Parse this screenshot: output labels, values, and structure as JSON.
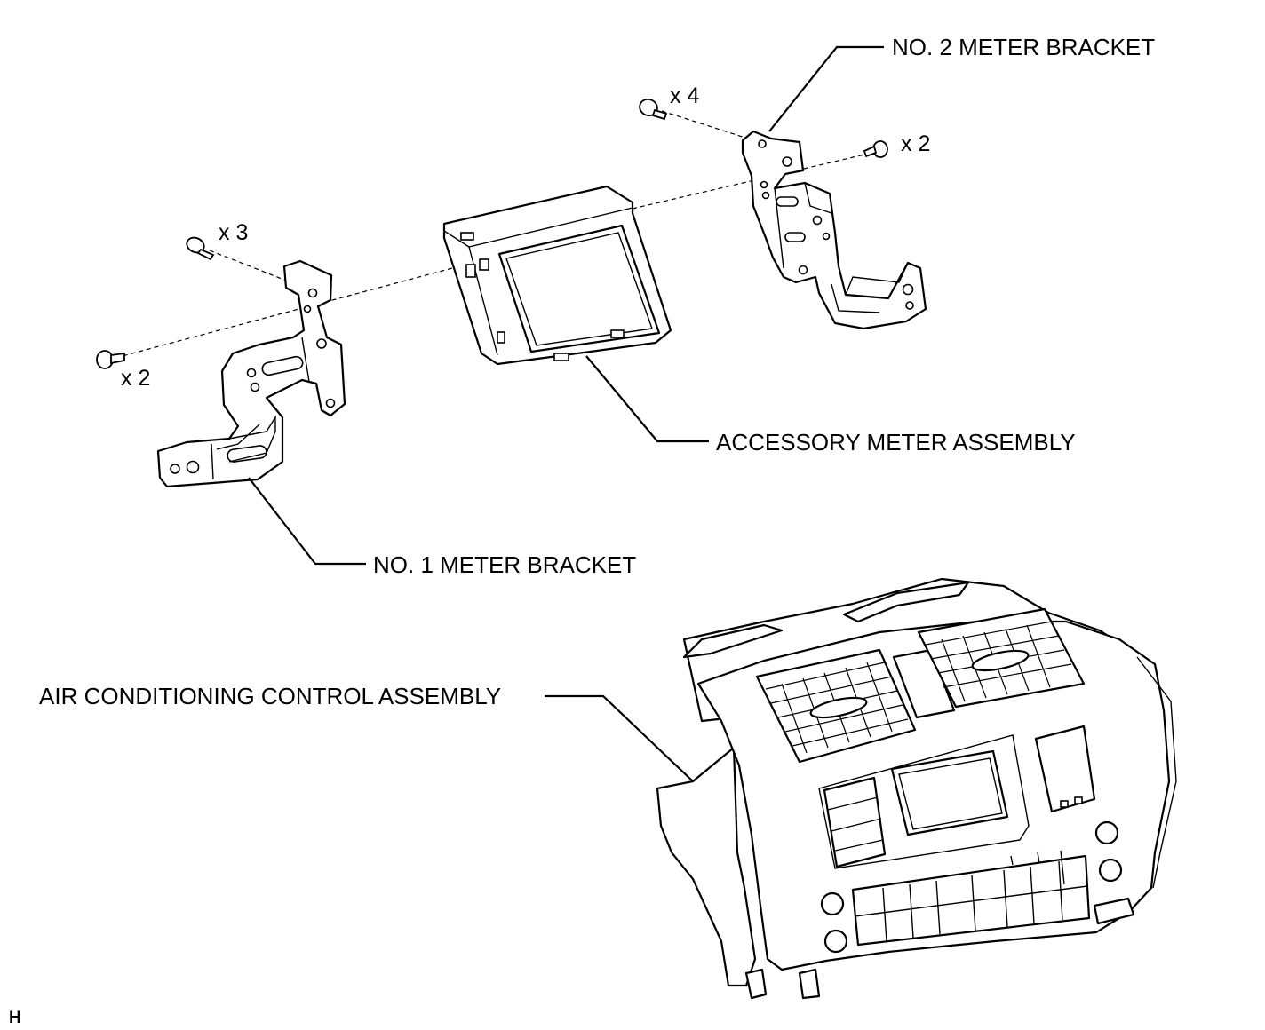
{
  "labels": {
    "no2_bracket": "NO. 2 METER BRACKET",
    "accessory_meter": "ACCESSORY METER ASSEMBLY",
    "no1_bracket": "NO. 1 METER BRACKET",
    "ac_control": "AIR CONDITIONING CONTROL ASSEMBLY"
  },
  "quantities": {
    "screws_no1_top": "x 3",
    "screws_no1_side": "x 2",
    "screws_no2_top": "x 4",
    "screws_no2_side": "x 2"
  },
  "figure_code": "H"
}
